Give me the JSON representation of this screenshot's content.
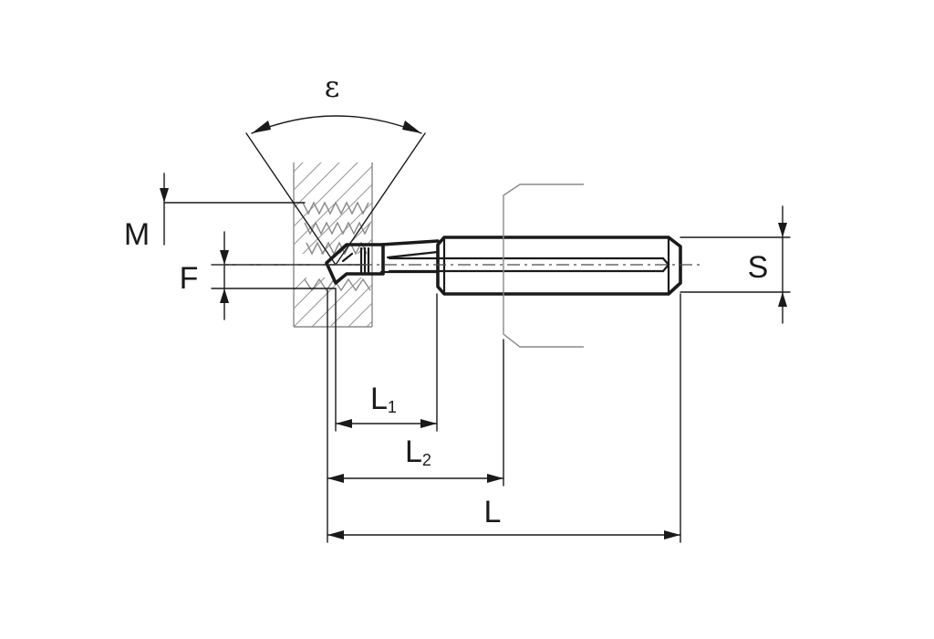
{
  "labels": {
    "epsilon": "ε",
    "m": "M",
    "f": "F",
    "s": "S",
    "l1_main": "L",
    "l1_sub": "1",
    "l2_main": "L",
    "l2_sub": "2",
    "l": "L"
  }
}
